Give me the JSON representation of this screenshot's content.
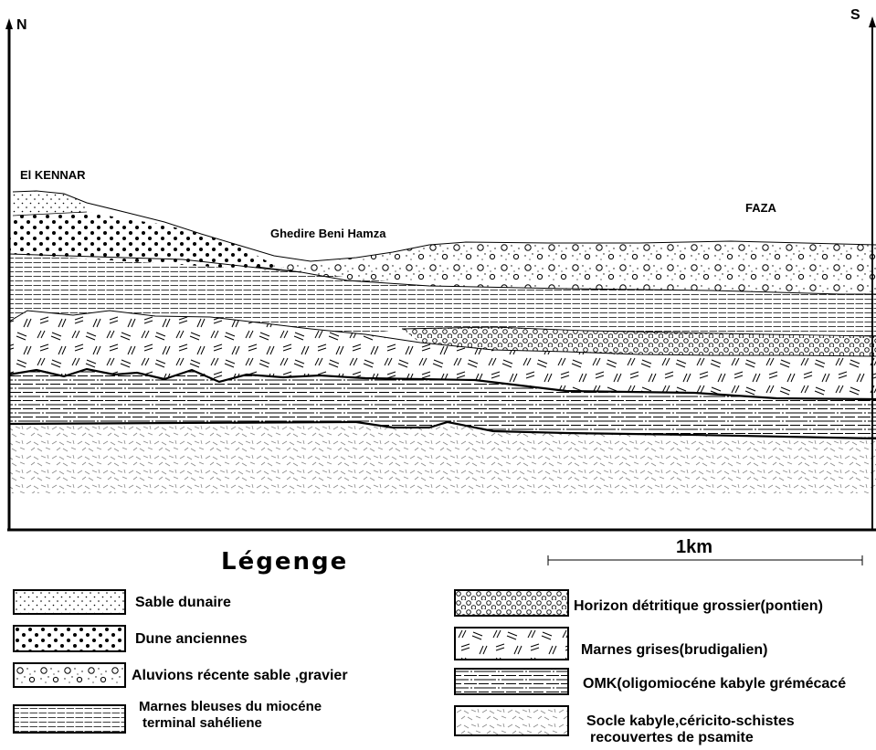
{
  "north_label": "N",
  "south_label": "S",
  "locations": {
    "el_kennar": "El KENNAR",
    "ghedire": "Ghedire Beni Hamza",
    "faza": "FAZA"
  },
  "scale": {
    "label": "1km"
  },
  "legend": {
    "title": "Légenge",
    "items": [
      {
        "pattern": "sand-dots",
        "label": "Sable dunaire"
      },
      {
        "pattern": "bold-dots",
        "label": "Dune anciennes"
      },
      {
        "pattern": "gravel",
        "label": "Aluvions récente sable ,gravier"
      },
      {
        "pattern": "fine-dash",
        "label": "Marnes bleuses du miocéne",
        "label2": "terminal sahéliene"
      },
      {
        "pattern": "circles",
        "label": "Horizon détritique grossier(pontien)"
      },
      {
        "pattern": "marl",
        "label": "Marnes grises(brudigalien)"
      },
      {
        "pattern": "dash-dot",
        "label": "OMK(oligomiocéne kabyle grémécacé"
      },
      {
        "pattern": "schist",
        "label": "Socle kabyle,céricito-schistes",
        "label2": "recouvertes de psamite"
      }
    ]
  }
}
